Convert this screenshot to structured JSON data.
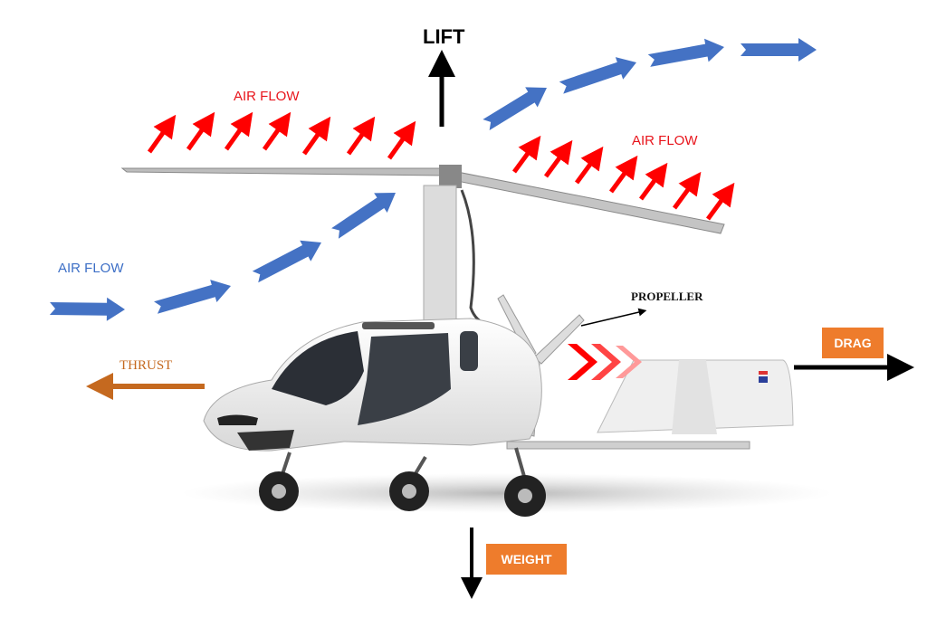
{
  "labels": {
    "lift": "LIFT",
    "air_flow_top_left": "AIR FLOW",
    "air_flow_top_right": "AIR FLOW",
    "air_flow_left": "AIR FLOW",
    "propeller": "PROPELLER",
    "thrust": "THRUST",
    "drag": "DRAG",
    "weight": "WEIGHT"
  },
  "colors": {
    "airflow_blue": "#4472c4",
    "airflow_red": "#ff0000",
    "force_box_orange": "#ee7c2c",
    "thrust_orange": "#c5691f",
    "force_arrow": "#000000"
  },
  "subject": "gyrocopter"
}
